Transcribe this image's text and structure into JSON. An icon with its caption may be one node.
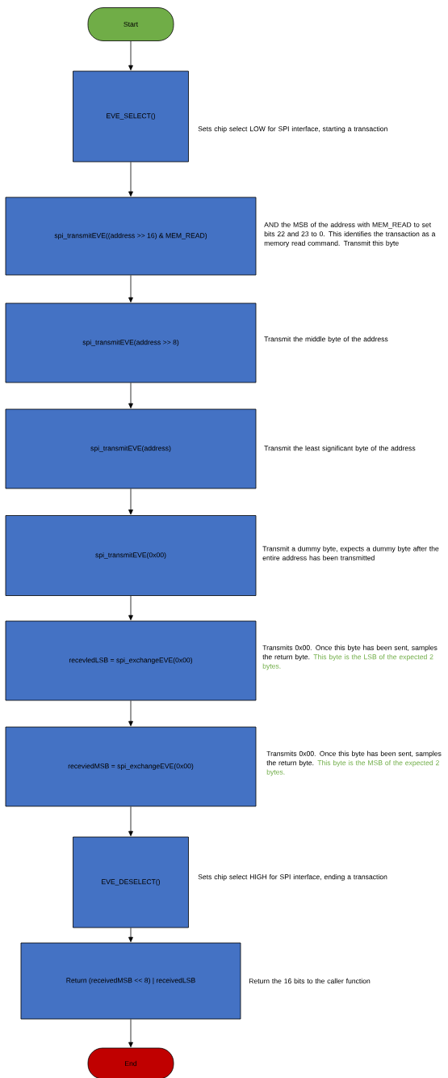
{
  "diagram": {
    "nodes": [
      {
        "text": [
          "Start"
        ]
      },
      {
        "text": [
          "EVE_SELECT()"
        ],
        "beside": [
          "Sets chip select LOW for SPI interface, starting a transaction"
        ]
      },
      {
        "text": [
          "spi_transmitEVE((address >> 16) & MEM_READ)"
        ],
        "beside": [
          "AND the MSB of the address with MEM_READ to set bits 22 and 23 to 0. This identifies the transaction as a memory read command. Transmit this byte"
        ]
      },
      {
        "text": [
          "spi_transmitEVE(address >> 8)"
        ],
        "beside": [
          "Transmit the middle byte of the address"
        ]
      },
      {
        "text": [
          "spi_transmitEVE(address)"
        ],
        "beside": [
          "Transmit the least significant byte of the address"
        ]
      },
      {
        "text": [
          "spi_transmitEVE(0x00)"
        ],
        "beside": [
          "Transmit a dummy byte, expects a dummy byte after the entire address has been transmitted"
        ]
      },
      {
        "text": [
          "recevledLSB = spi_exchangeEVE(0x00)"
        ],
        "beside": [
          "Transmits 0x00. Once this byte has been sent, samples the return byte.",
          "This byte is the LSB of the expected 2 bytes."
        ]
      },
      {
        "text": [
          "receviedMSB = spi_exchangeEVE(0x00)"
        ],
        "beside": [
          "Transmits 0x00. Once this byte has been sent, samples the return byte.",
          "This byte is the MSB of the expected 2 bytes."
        ]
      },
      {
        "text": [
          "EVE_DESELECT()"
        ],
        "beside": [
          "Sets chip select HIGH for SPI interface, ending a transaction"
        ]
      },
      {
        "text": [
          "Return (receivedMSB << 8) | receivedLSB"
        ],
        "beside": [
          "Return the 16 bits to the caller function"
        ]
      },
      {
        "text": [
          "End"
        ]
      }
    ],
    "edges": [
      {
        "from": 0,
        "to": 1,
        "arrow": "to"
      },
      {
        "from": 1,
        "to": 2,
        "arrow": "to"
      },
      {
        "from": 2,
        "to": 3,
        "arrow": "to"
      },
      {
        "from": 3,
        "to": 4,
        "arrow": "to"
      },
      {
        "from": 4,
        "to": 5,
        "arrow": "to"
      },
      {
        "from": 5,
        "to": 6,
        "arrow": "to"
      },
      {
        "from": 6,
        "to": 7,
        "arrow": "to"
      },
      {
        "from": 7,
        "to": 8,
        "arrow": "to"
      },
      {
        "from": 8,
        "to": 9,
        "arrow": "to"
      },
      {
        "from": 9,
        "to": 10,
        "arrow": "to"
      }
    ]
  }
}
